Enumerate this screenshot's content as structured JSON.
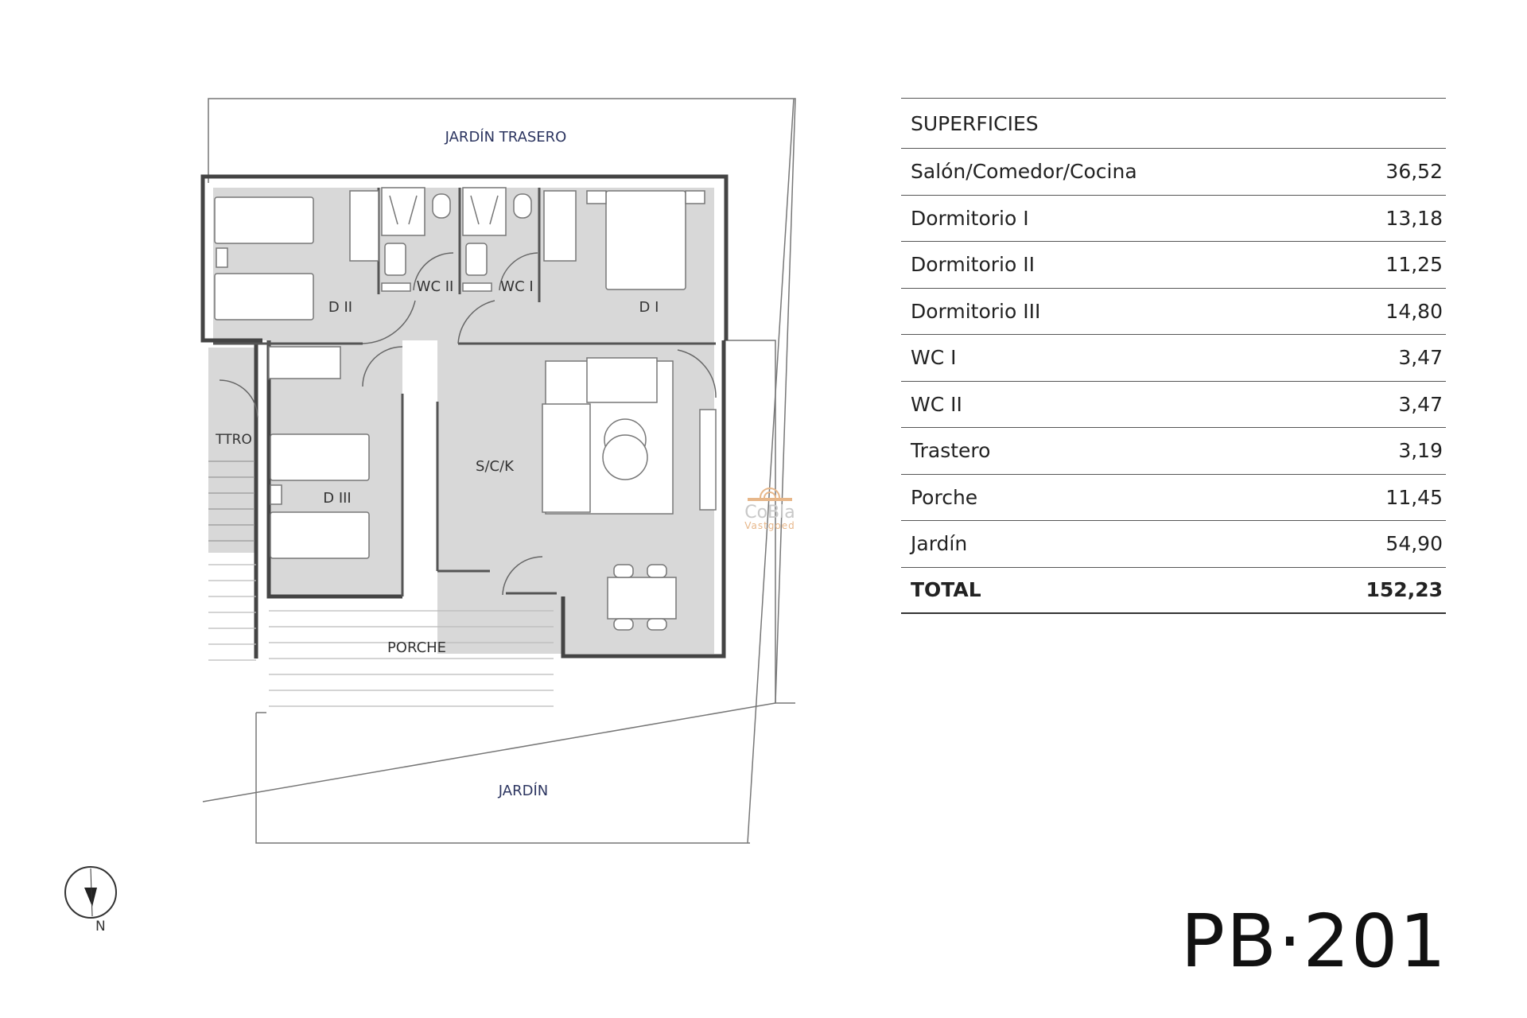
{
  "plan": {
    "labels": {
      "jardin_trasero": "JARDÍN TRASERO",
      "d2": "D II",
      "wc2": "WC II",
      "wc1": "WC I",
      "d1": "D I",
      "ttro": "TTRO",
      "d3": "D III",
      "sck": "S/C/K",
      "porche": "PORCHE",
      "jardin": "JARDÍN"
    },
    "colors": {
      "floor": "#d8d8d8",
      "wall": "#444444",
      "furniture_fill": "#ffffff"
    }
  },
  "areas": {
    "heading": "SUPERFICIES",
    "rows": [
      {
        "name": "Salón/Comedor/Cocina",
        "value": "36,52"
      },
      {
        "name": "Dormitorio I",
        "value": "13,18"
      },
      {
        "name": "Dormitorio II",
        "value": "11,25"
      },
      {
        "name": "Dormitorio III",
        "value": "14,80"
      },
      {
        "name": "WC I",
        "value": "3,47"
      },
      {
        "name": "WC II",
        "value": "3,47"
      },
      {
        "name": "Trastero",
        "value": "3,19"
      },
      {
        "name": "Porche",
        "value": "11,45"
      },
      {
        "name": "Jardín",
        "value": "54,90"
      }
    ],
    "total_label": "TOTAL",
    "total_value": "152,23"
  },
  "unit_id": "PB·201",
  "watermark": {
    "brand": "CoBla",
    "sub": "Vastgoed",
    "color": "#e7b78a"
  },
  "compass": {
    "label": "N",
    "icon": "north-arrow-icon"
  }
}
